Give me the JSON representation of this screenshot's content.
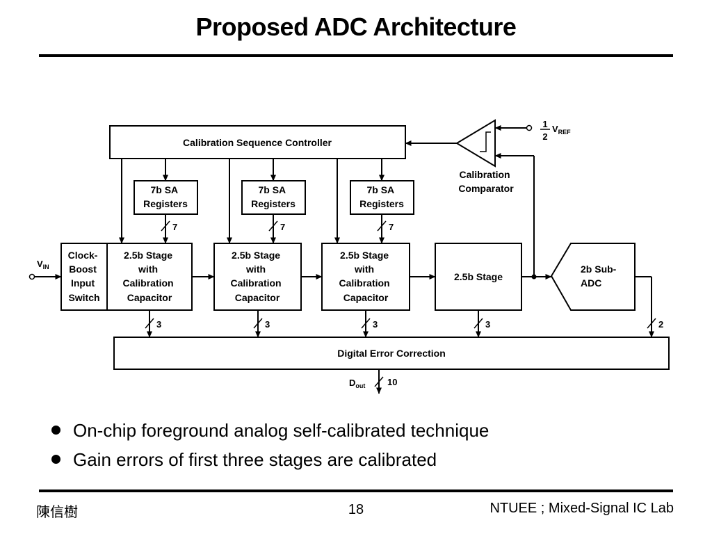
{
  "slide": {
    "title": "Proposed ADC Architecture",
    "bullets": [
      "On-chip foreground analog self-calibrated technique",
      "Gain errors of first three stages are calibrated"
    ]
  },
  "footer": {
    "author": "陳信樹",
    "page": "18",
    "lab": "NTUEE ; Mixed-Signal IC Lab"
  },
  "diagram": {
    "controller": "Calibration Sequence Controller",
    "comparator_label": [
      "Calibration",
      "Comparator"
    ],
    "vref_fraction": {
      "num": "1",
      "den": "2"
    },
    "vref": {
      "main": "V",
      "sub": "REF"
    },
    "vin": {
      "main": "V",
      "sub": "IN"
    },
    "registers": [
      {
        "lines": [
          "7b SA",
          "Registers"
        ],
        "bits": "7"
      },
      {
        "lines": [
          "7b SA",
          "Registers"
        ],
        "bits": "7"
      },
      {
        "lines": [
          "7b SA",
          "Registers"
        ],
        "bits": "7"
      }
    ],
    "clock_boost": [
      "Clock-",
      "Boost",
      "Input",
      "Switch"
    ],
    "cal_stages": [
      {
        "lines": [
          "2.5b Stage",
          "with",
          "Calibration",
          "Capacitor"
        ],
        "bits": "3"
      },
      {
        "lines": [
          "2.5b Stage",
          "with",
          "Calibration",
          "Capacitor"
        ],
        "bits": "3"
      },
      {
        "lines": [
          "2.5b Stage",
          "with",
          "Calibration",
          "Capacitor"
        ],
        "bits": "3"
      }
    ],
    "stage4": {
      "label": "2.5b Stage",
      "bits": "3"
    },
    "sub_adc": {
      "lines": [
        "2b Sub-",
        "ADC"
      ],
      "bits": "2"
    },
    "dec": "Digital Error Correction",
    "dout": {
      "main": "D",
      "sub": "out",
      "bits": "10"
    }
  }
}
